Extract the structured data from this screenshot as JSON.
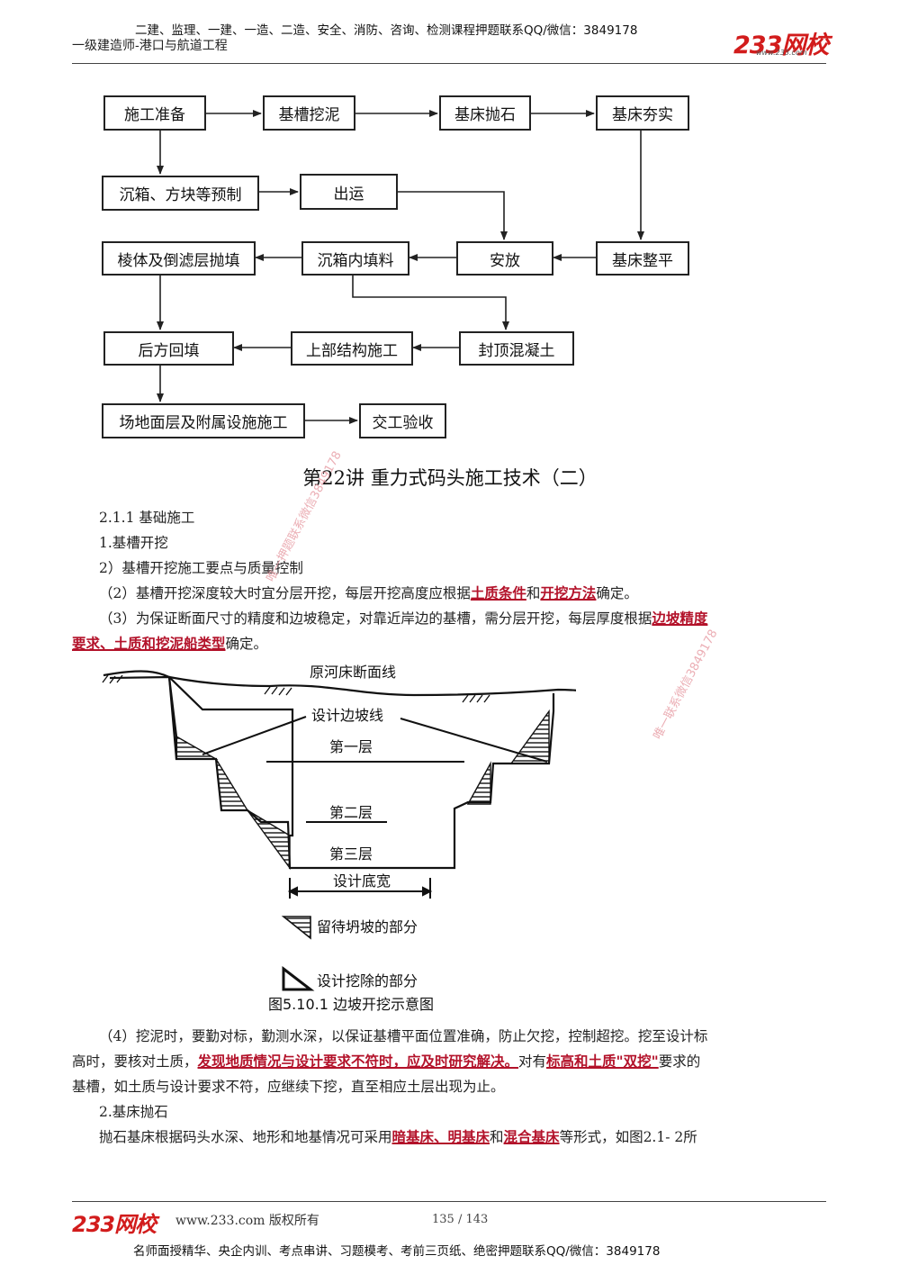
{
  "header": {
    "banner": "二建、监理、一建、一造、二造、安全、消防、咨询、检测课程押题联系QQ/微信：3849178",
    "subtitle": "一级建造师-港口与航道工程",
    "logo": "233网校",
    "logo_url": "www.233.com"
  },
  "flowchart": {
    "boxes": {
      "prep": "施工准备",
      "trench": "基槽挖泥",
      "riprap": "基床抛石",
      "tamp": "基床夯实",
      "prefab": "沉箱、方块等预制",
      "transport": "出运",
      "place": "安放",
      "level": "基床整平",
      "backfill_prism": "棱体及倒滤层抛填",
      "fill": "沉箱内填料",
      "rear_fill": "后方回填",
      "superstructure": "上部结构施工",
      "capping": "封顶混凝土",
      "yard": "场地面层及附属设施施工",
      "handover": "交工验收"
    }
  },
  "lecture_title": "第22讲  重力式码头施工技术（二）",
  "body": {
    "s1": "2.1.1 基础施工",
    "s2": "1.基槽开挖",
    "s3": "2）基槽开挖施工要点与质量控制",
    "p2_a": "（2）基槽开挖深度较大时宜分层开挖，每层开挖高度应根据",
    "p2_u1": "土质条件",
    "p2_b": "和",
    "p2_u2": "开挖方法",
    "p2_c": "确定。",
    "p3_a": "（3）为保证断面尺寸的精度和边坡稳定，对靠近岸边的基槽，需分层开挖，每层厚度根据",
    "p3_u1": "边坡精度",
    "p3_u2": "要求、土质和挖泥船类型",
    "p3_c": "确定。",
    "p4_a": "（4）挖泥时，要勤对标，勤测水深，以保证基槽平面位置准确，防止欠挖，控制超挖。挖至设计标",
    "p4_b": "高时，要核对土质，",
    "p4_u1": "发现地质情况与设计要求不符时，应及时研究解决。",
    "p4_c": "对有",
    "p4_u2": "标高和土质\"双挖\"",
    "p4_d": "要求的",
    "p4_e": "基槽，如土质与设计要求不符，应继续下挖，直至相应土层出现为止。",
    "s4": "2.基床抛石",
    "p5_a": "抛石基床根据码头水深、地形和地基情况可采用",
    "p5_u1": "暗基床、明基床",
    "p5_b": "和",
    "p5_u2": "混合基床",
    "p5_c": "等形式，如图2.1- 2所"
  },
  "figure": {
    "label_riverbed": "原河床断面线",
    "label_slope": "设计边坡线",
    "label_layer1": "第一层",
    "label_layer2": "第二层",
    "label_layer3": "第三层",
    "label_bottom": "设计底宽",
    "legend_keep": "留待坍坡的部分",
    "legend_remove": "设计挖除的部分",
    "caption": "图5.10.1   边坡开挖示意图"
  },
  "watermarks": {
    "wm1": "唯一押题联系微信3849178",
    "wm2": "唯一联系微信3849178"
  },
  "footer": {
    "logo": "233网校",
    "url_copyright": "www.233.com 版权所有",
    "page": "135 / 143",
    "banner": "名师面授精华、央企内训、考点串讲、习题模考、考前三页纸、绝密押题联系QQ/微信：3849178"
  }
}
